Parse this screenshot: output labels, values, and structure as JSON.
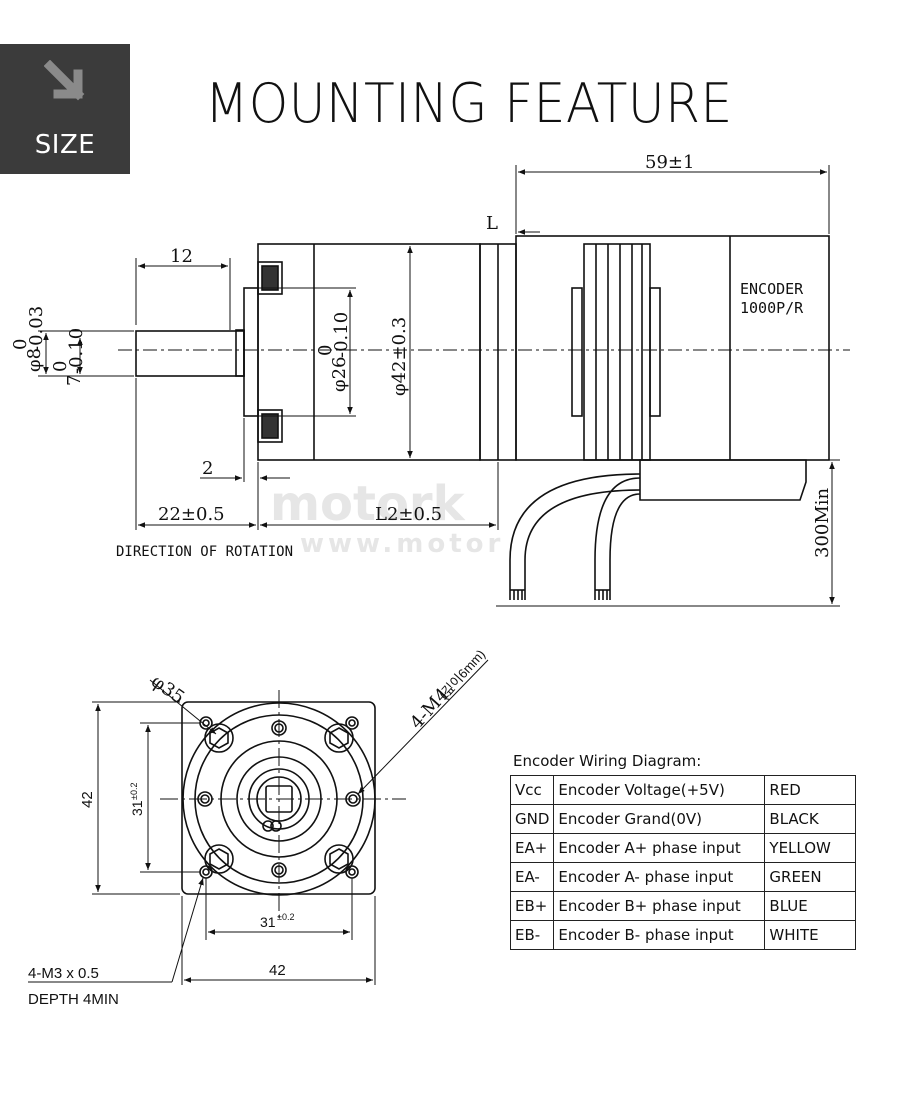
{
  "badge": {
    "label": "SIZE",
    "icon": "arrow-down-right-icon"
  },
  "title": "MOUNTING FEATURE",
  "side_view": {
    "overall_length": "59±1",
    "L_label": "L",
    "shaft_length": "12",
    "shaft_dia_base": "φ8",
    "shaft_dia_tol_upper": "0",
    "shaft_dia_tol_lower": "-0.03",
    "flat_base": "7",
    "flat_tol_upper": "0",
    "flat_tol_lower": "-0.10",
    "pilot_dia_base": "φ26",
    "pilot_tol_upper": "0",
    "pilot_tol_lower": "-0.10",
    "body_dia": "φ42±0.3",
    "encoder_line1": "ENCODER",
    "encoder_line2": "1000P/R",
    "step": "2",
    "front_length": "22±0.5",
    "gearbox_length": "L2±0.5",
    "direction": "DIRECTION OF ROTATION",
    "cable_length": "300Min",
    "watermark_line1": "motork",
    "watermark_line2": "www.motor"
  },
  "front_view": {
    "bolt_circle": "φ35",
    "thread_label": "4-M4",
    "thread_note": "(깊이6mm)",
    "height": "42",
    "width": "42",
    "pitch_v": "31",
    "pitch_v_tol": "±0.2",
    "pitch_h": "31",
    "pitch_h_tol": "±0.2",
    "mount_holes_line1": "4-M3 x 0.5",
    "mount_holes_line2": "DEPTH 4MIN"
  },
  "wiring": {
    "title": "Encoder Wiring Diagram:",
    "rows": [
      {
        "pin": "Vcc",
        "desc": "Encoder Voltage(+5V)",
        "color": "RED"
      },
      {
        "pin": "GND",
        "desc": "Encoder Grand(0V)",
        "color": "BLACK"
      },
      {
        "pin": "EA+",
        "desc": "Encoder A+ phase input",
        "color": "YELLOW"
      },
      {
        "pin": "EA-",
        "desc": "Encoder A- phase input",
        "color": "GREEN"
      },
      {
        "pin": "EB+",
        "desc": "Encoder B+ phase input",
        "color": "BLUE"
      },
      {
        "pin": "EB-",
        "desc": "Encoder B- phase input",
        "color": "WHITE"
      }
    ]
  }
}
